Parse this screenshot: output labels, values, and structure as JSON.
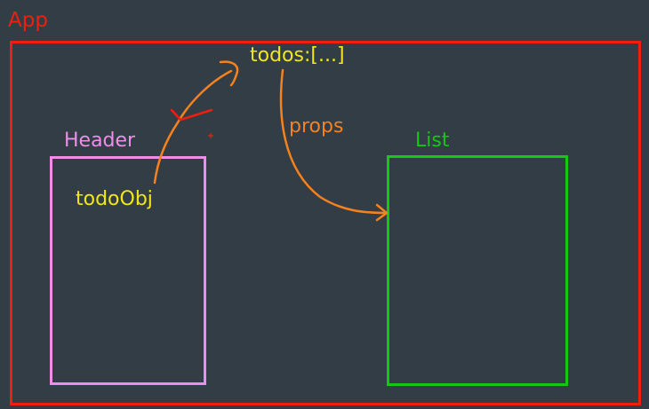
{
  "diagram": {
    "app": {
      "label": "App",
      "color": "#f01e0e"
    },
    "state": {
      "label": "todos:[...]",
      "color": "#f0e61e"
    },
    "header": {
      "label": "Header",
      "color": "#ee8ee8",
      "content": "todoObj",
      "content_color": "#f0e61e"
    },
    "list": {
      "label": "List",
      "color": "#14c814"
    },
    "edges": [
      {
        "from": "App.todos",
        "to": "List",
        "label": "props",
        "color": "#f5821e"
      },
      {
        "from": "Header.todoObj",
        "to": "App.todos",
        "label": "",
        "color": "#f5821e"
      }
    ],
    "annotations": [
      {
        "type": "red-check-mark",
        "color": "#f01e0e"
      },
      {
        "type": "red-plus-mark",
        "color": "#f01e0e"
      }
    ],
    "background": "#333d46"
  }
}
